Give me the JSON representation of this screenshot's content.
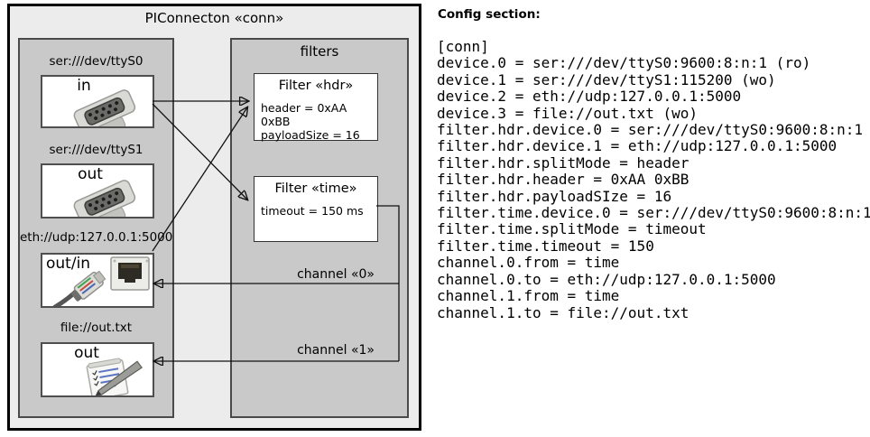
{
  "diagram": {
    "title": "PIConnecton «conn»",
    "devices": [
      {
        "uri": "ser:///dev/ttyS0",
        "direction": "in",
        "icon": "serial-connector-icon"
      },
      {
        "uri": "ser:///dev/ttyS1",
        "direction": "out",
        "icon": "serial-connector-icon"
      },
      {
        "uri": "eth://udp:127.0.0.1:5000",
        "direction": "out/in",
        "icon": "ethernet-connector-icon"
      },
      {
        "uri": "file://out.txt",
        "direction": "out",
        "icon": "file-notepad-icon"
      }
    ],
    "filters_group_label": "filters",
    "filters": [
      {
        "title": "Filter «hdr»",
        "attributes": [
          "header = 0xAA 0xBB",
          "payloadSize = 16"
        ]
      },
      {
        "title": "Filter «time»",
        "attributes": [
          "timeout = 150 ms"
        ]
      }
    ],
    "channels": [
      {
        "label": "channel «0»"
      },
      {
        "label": "channel «1»"
      }
    ]
  },
  "config": {
    "title": "Config section:",
    "lines": [
      "[conn]",
      "device.0 = ser:///dev/ttyS0:9600:8:n:1 (ro)",
      "device.1 = ser:///dev/ttyS1:115200 (wo)",
      "device.2 = eth://udp:127.0.0.1:5000",
      "device.3 = file://out.txt (wo)",
      "filter.hdr.device.0 = ser:///dev/ttyS0:9600:8:n:1",
      "filter.hdr.device.1 = eth://udp:127.0.0.1:5000",
      "filter.hdr.splitMode = header",
      "filter.hdr.header = 0xAA 0xBB",
      "filter.hdr.payloadSIze = 16",
      "filter.time.device.0 = ser:///dev/ttyS0:9600:8:n:1",
      "filter.time.splitMode = timeout",
      "filter.time.timeout = 150",
      "channel.0.from = time",
      "channel.0.to = eth://udp:127.0.0.1:5000",
      "channel.1.from = time",
      "channel.1.to = file://out.txt"
    ]
  },
  "colors": {
    "outer_fill": "#ececec",
    "group_fill": "#c9c9c9",
    "box_fill": "#ffffff",
    "border_dark": "#4a4a4a",
    "line_black": "#000000"
  }
}
